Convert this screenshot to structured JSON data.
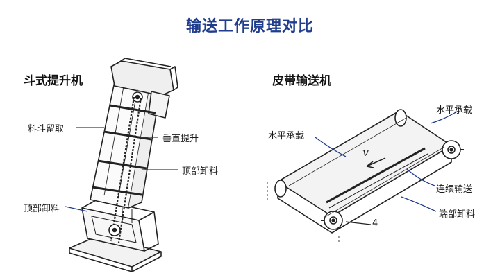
{
  "header": {
    "title": "输送工作原理对比"
  },
  "left": {
    "title": "斗式提升机",
    "labels": {
      "hopper_retain": "料斗留取",
      "vertical_lift": "垂直提升",
      "top_discharge_right": "顶部卸料",
      "top_discharge_left": "顶部卸料"
    }
  },
  "right": {
    "title": "皮带输送机",
    "labels": {
      "horizontal_load_top": "水平承载",
      "horizontal_load_left": "水平承载",
      "continuous": "连续输送",
      "end_discharge": "端部卸料",
      "velocity_symbol": "v",
      "part_number": "4"
    }
  }
}
